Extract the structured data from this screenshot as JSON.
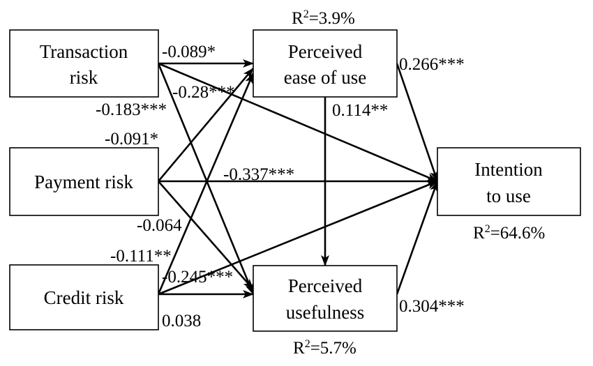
{
  "nodes": {
    "transaction_risk": {
      "lines": [
        "Transaction",
        "risk"
      ]
    },
    "payment_risk": {
      "lines": [
        "Payment risk"
      ]
    },
    "credit_risk": {
      "lines": [
        "Credit risk"
      ]
    },
    "perceived_ease_of_use": {
      "lines": [
        "Perceived",
        "ease of use"
      ],
      "r2_base": "R",
      "r2_sup": "2",
      "r2_value": "=3.9%"
    },
    "perceived_usefulness": {
      "lines": [
        "Perceived",
        "usefulness"
      ],
      "r2_base": "R",
      "r2_sup": "2",
      "r2_value": "=5.7%"
    },
    "intention_to_use": {
      "lines": [
        "Intention",
        "to use"
      ],
      "r2_base": "R",
      "r2_sup": "2",
      "r2_value": "=64.6%"
    }
  },
  "paths": [
    {
      "from": "transaction_risk",
      "to": "perceived_ease_of_use",
      "coefficient": "-0.089*"
    },
    {
      "from": "transaction_risk",
      "to": "intention_to_use",
      "coefficient": "-0.28***"
    },
    {
      "from": "transaction_risk",
      "to": "perceived_usefulness",
      "coefficient": "-0.183***"
    },
    {
      "from": "payment_risk",
      "to": "perceived_ease_of_use",
      "coefficient": "-0.091*"
    },
    {
      "from": "payment_risk",
      "to": "intention_to_use",
      "coefficient": "-0.337***"
    },
    {
      "from": "payment_risk",
      "to": "perceived_usefulness",
      "coefficient": "-0.064"
    },
    {
      "from": "credit_risk",
      "to": "perceived_ease_of_use",
      "coefficient": "-0.111**"
    },
    {
      "from": "credit_risk",
      "to": "intention_to_use",
      "coefficient": "-0.245***"
    },
    {
      "from": "credit_risk",
      "to": "perceived_usefulness",
      "coefficient": "0.038"
    },
    {
      "from": "perceived_ease_of_use",
      "to": "perceived_usefulness",
      "coefficient": "0.114**"
    },
    {
      "from": "perceived_ease_of_use",
      "to": "intention_to_use",
      "coefficient": "0.266***"
    },
    {
      "from": "perceived_usefulness",
      "to": "intention_to_use",
      "coefficient": "0.304***"
    }
  ]
}
